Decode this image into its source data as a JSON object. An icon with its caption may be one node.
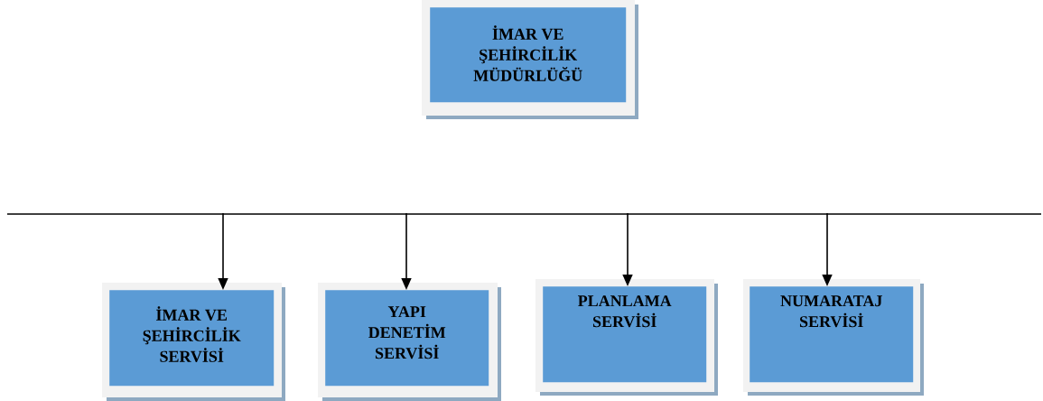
{
  "diagram": {
    "nodes": [
      {
        "text": [
          "İMAR VE ŞEHİRCİLİK MÜDÜRLÜĞÜ"
        ]
      },
      {
        "text": [
          "İMAR VE ŞEHİRCİLİK SERVİSİ"
        ]
      },
      {
        "text": [
          "YAPI DENETİM SERVİSİ"
        ]
      },
      {
        "text": [
          "PLANLAMA SERVİSİ"
        ]
      },
      {
        "text": [
          "NUMARATAJ SERVİSİ"
        ]
      }
    ],
    "edges": [
      {
        "from": null,
        "to": 1,
        "arrow": "to"
      },
      {
        "from": null,
        "to": 2,
        "arrow": "to"
      },
      {
        "from": null,
        "to": 3,
        "arrow": "to"
      },
      {
        "from": null,
        "to": 4,
        "arrow": "to"
      }
    ]
  }
}
